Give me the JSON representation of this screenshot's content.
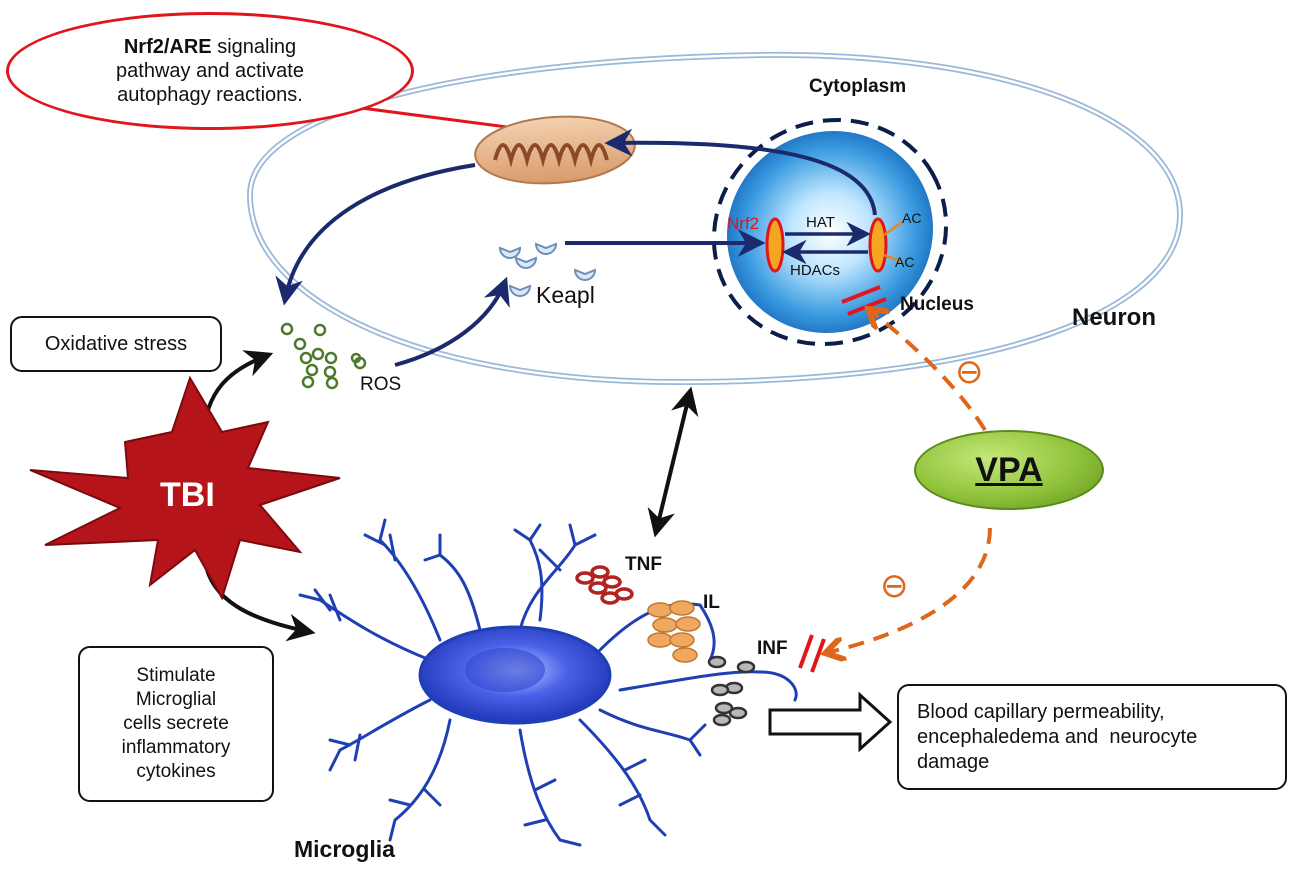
{
  "callout": {
    "line1_bold": "Nrf2/ARE",
    "line1_rest": " signaling",
    "line2": "pathway and activate",
    "line3": "autophagy reactions."
  },
  "labels": {
    "cytoplasm": "Cytoplasm",
    "neuron": "Neuron",
    "nucleus": "Nucleus",
    "nrf2": "Nrf2",
    "hat": "HAT",
    "hdacs": "HDACs",
    "ac_top": "AC",
    "ac_bottom": "AC",
    "keapl": "Keapl",
    "ros": "ROS",
    "tbi": "TBI",
    "vpa": "VPA",
    "tnf": "TNF",
    "il": "IL",
    "inf": "INF",
    "microglia": "Microglia",
    "inhibit_symbol_1": "⊖",
    "inhibit_symbol_2": "⊖"
  },
  "boxes": {
    "oxidative_stress": "Oxidative stress",
    "stimulate": [
      "Stimulate",
      "Microglial",
      "cells secrete",
      "inflammatory",
      "cytokines"
    ],
    "outcome": [
      "Blood capillary permeability,",
      "encephaledema and  neurocyte",
      "damage"
    ]
  },
  "colors": {
    "arrow_navy": "#1a2a6c",
    "inhibit_orange": "#e0661c",
    "callout_red": "#e0161c",
    "nrf2_red": "#e0161c",
    "tbi_red": "#b5141a",
    "ros_green": "#4d7a2a",
    "tnf_red": "#b22222",
    "il_orange": "#f0a860",
    "inf_gray": "#555555",
    "microglia_blue": "#1f3fb5"
  }
}
